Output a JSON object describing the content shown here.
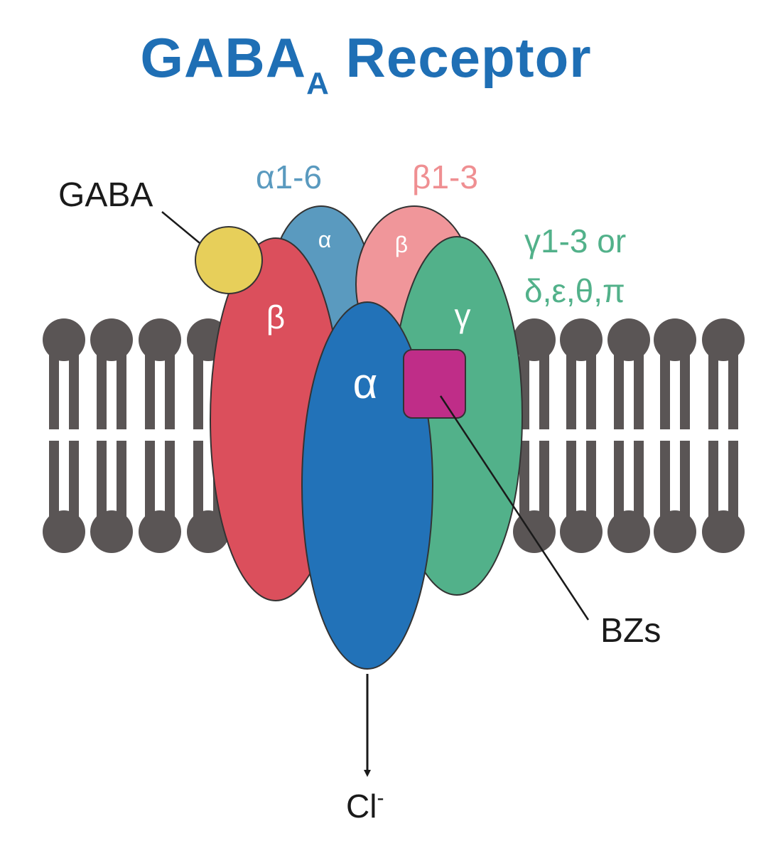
{
  "title": {
    "main": "GABA",
    "subscript": "A",
    "rest": "Receptor"
  },
  "labels": {
    "gaba": "GABA",
    "alpha_family": "α1-6",
    "beta_family": "β1-3",
    "gamma_family_line1": "γ1-3 or",
    "gamma_family_line2": "δ,ε,θ,π",
    "bzs": "BZs",
    "chloride": "Cl",
    "chloride_charge": "-"
  },
  "subunits": {
    "alpha_back": "α",
    "beta_back": "β",
    "beta_front": "β",
    "gamma_front": "γ",
    "alpha_front": "α"
  },
  "colors": {
    "title": "#1f6fb5",
    "alpha_front": "#2272b8",
    "alpha_back": "#5a9abf",
    "beta_front": "#db4f5c",
    "beta_back": "#f0969a",
    "gamma": "#52b18a",
    "gaba_ligand": "#e7cf5a",
    "bz_site": "#bf2d88",
    "membrane": "#5a5555",
    "alpha_label": "#5a9abf",
    "beta_label": "#ef8f92",
    "gamma_label": "#52b18a",
    "text_dark": "#1a1a1a"
  }
}
